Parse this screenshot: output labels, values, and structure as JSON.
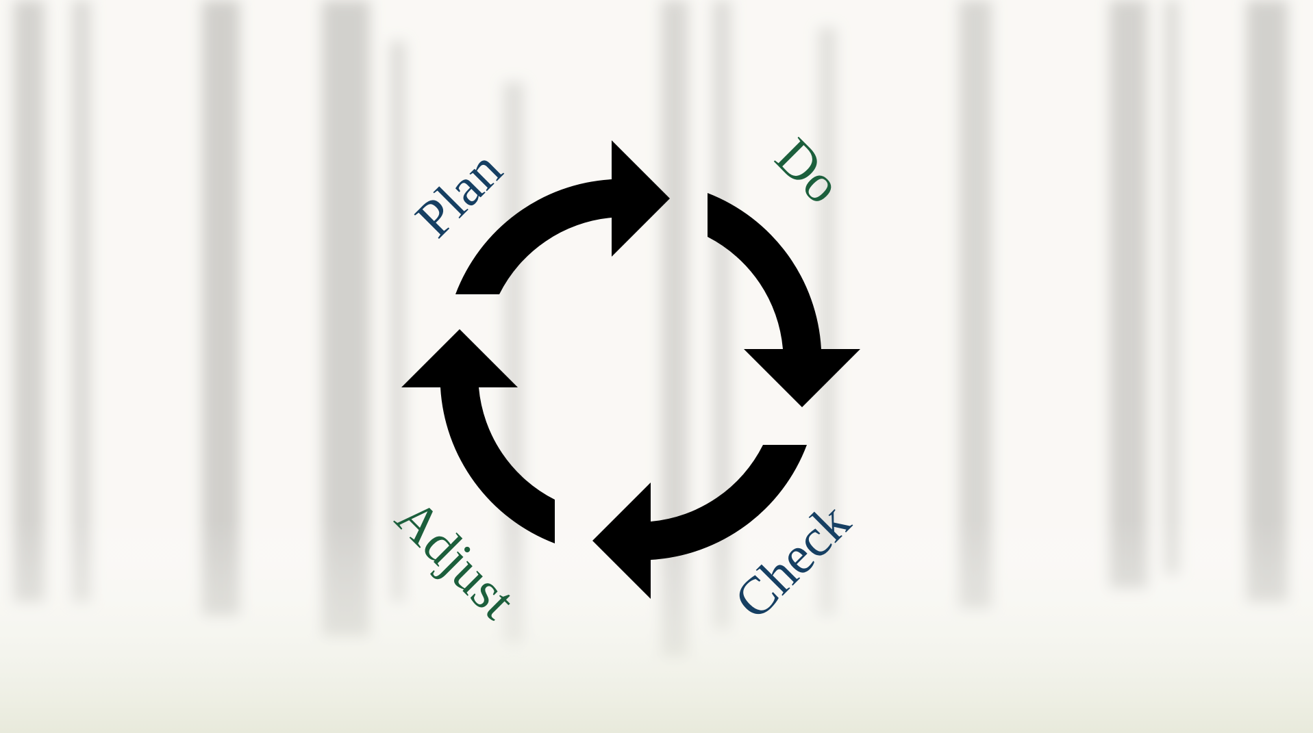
{
  "diagram": {
    "labels": {
      "plan": "Plan",
      "do": "Do",
      "check": "Check",
      "adjust": "Adjust"
    },
    "colors": {
      "arrow": "#000000",
      "label_blue": "#163f62",
      "label_green": "#1c5f3c",
      "background_wash": "#f6f4ef",
      "tree_trunk": "#8f8d86",
      "ground_moss": "#c7cda8"
    }
  }
}
